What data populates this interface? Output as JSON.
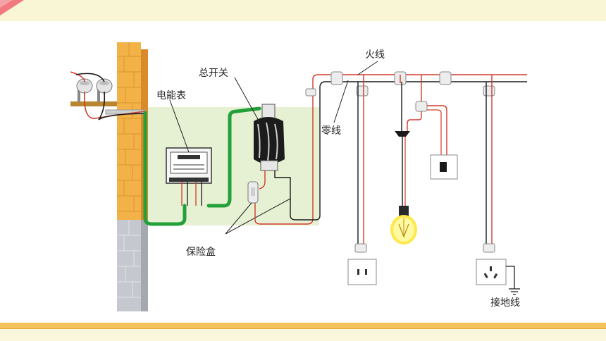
{
  "labels": {
    "fire_wire": "火线",
    "main_switch": "总开关",
    "meter": "电能表",
    "neutral_wire": "零线",
    "fuse_box": "保险盒",
    "ground_wire": "接地线"
  },
  "colors": {
    "live_wire": "#d23a2a",
    "neutral_wire": "#1a1a1a",
    "service_cable": "#22a03a",
    "panel_bg": "#e6f0d2",
    "brick": "#f3b247",
    "header_band": "#f8f6d4",
    "footer_stripe": "#f5c25c",
    "bulb_glow": "#ffe84a"
  },
  "icons": [
    "insulator-icon",
    "meter-icon",
    "main-switch-icon",
    "fuse-box-icon",
    "junction-box-icon",
    "bulb-icon",
    "wall-switch-icon",
    "socket-two-pin-icon",
    "socket-three-pin-icon",
    "ground-symbol-icon"
  ]
}
